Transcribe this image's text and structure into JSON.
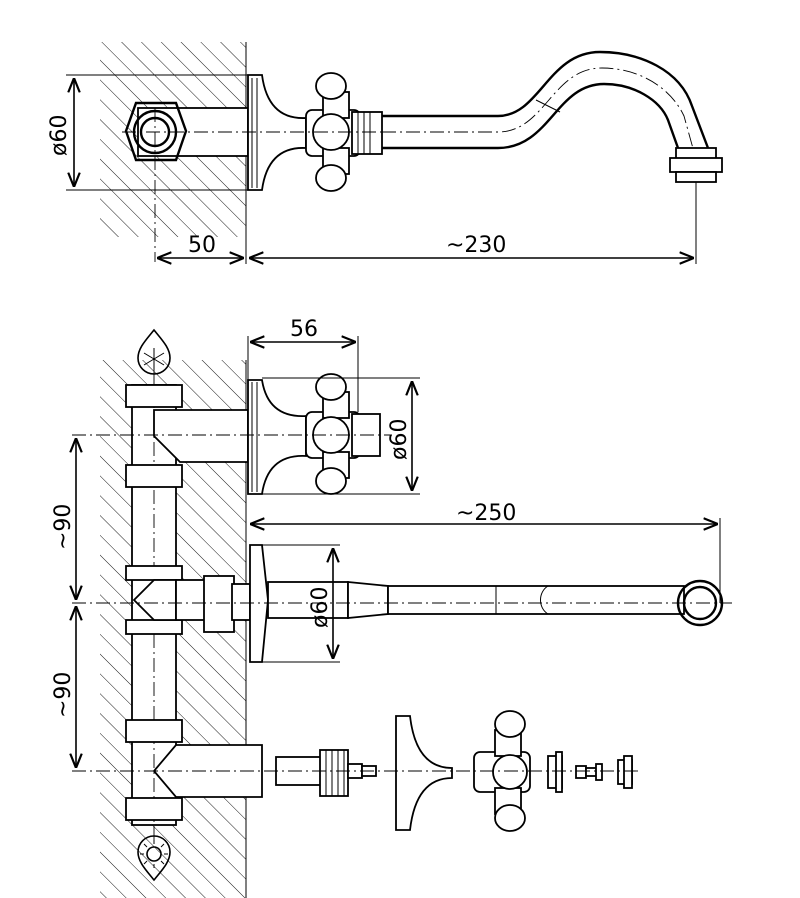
{
  "top_view": {
    "diameter_label": "ø60",
    "depth_label": "50",
    "reach_label": "~230"
  },
  "bottom_view": {
    "valve_offset_label": "56",
    "valve_diameter_label": "ø60",
    "spout_reach_label": "~250",
    "spout_diameter_label": "ø60",
    "upper_spacing_label": "~90",
    "lower_spacing_label": "~90"
  },
  "icons": {
    "cold": "snowflake-drop-icon",
    "hot": "sun-drop-icon"
  }
}
